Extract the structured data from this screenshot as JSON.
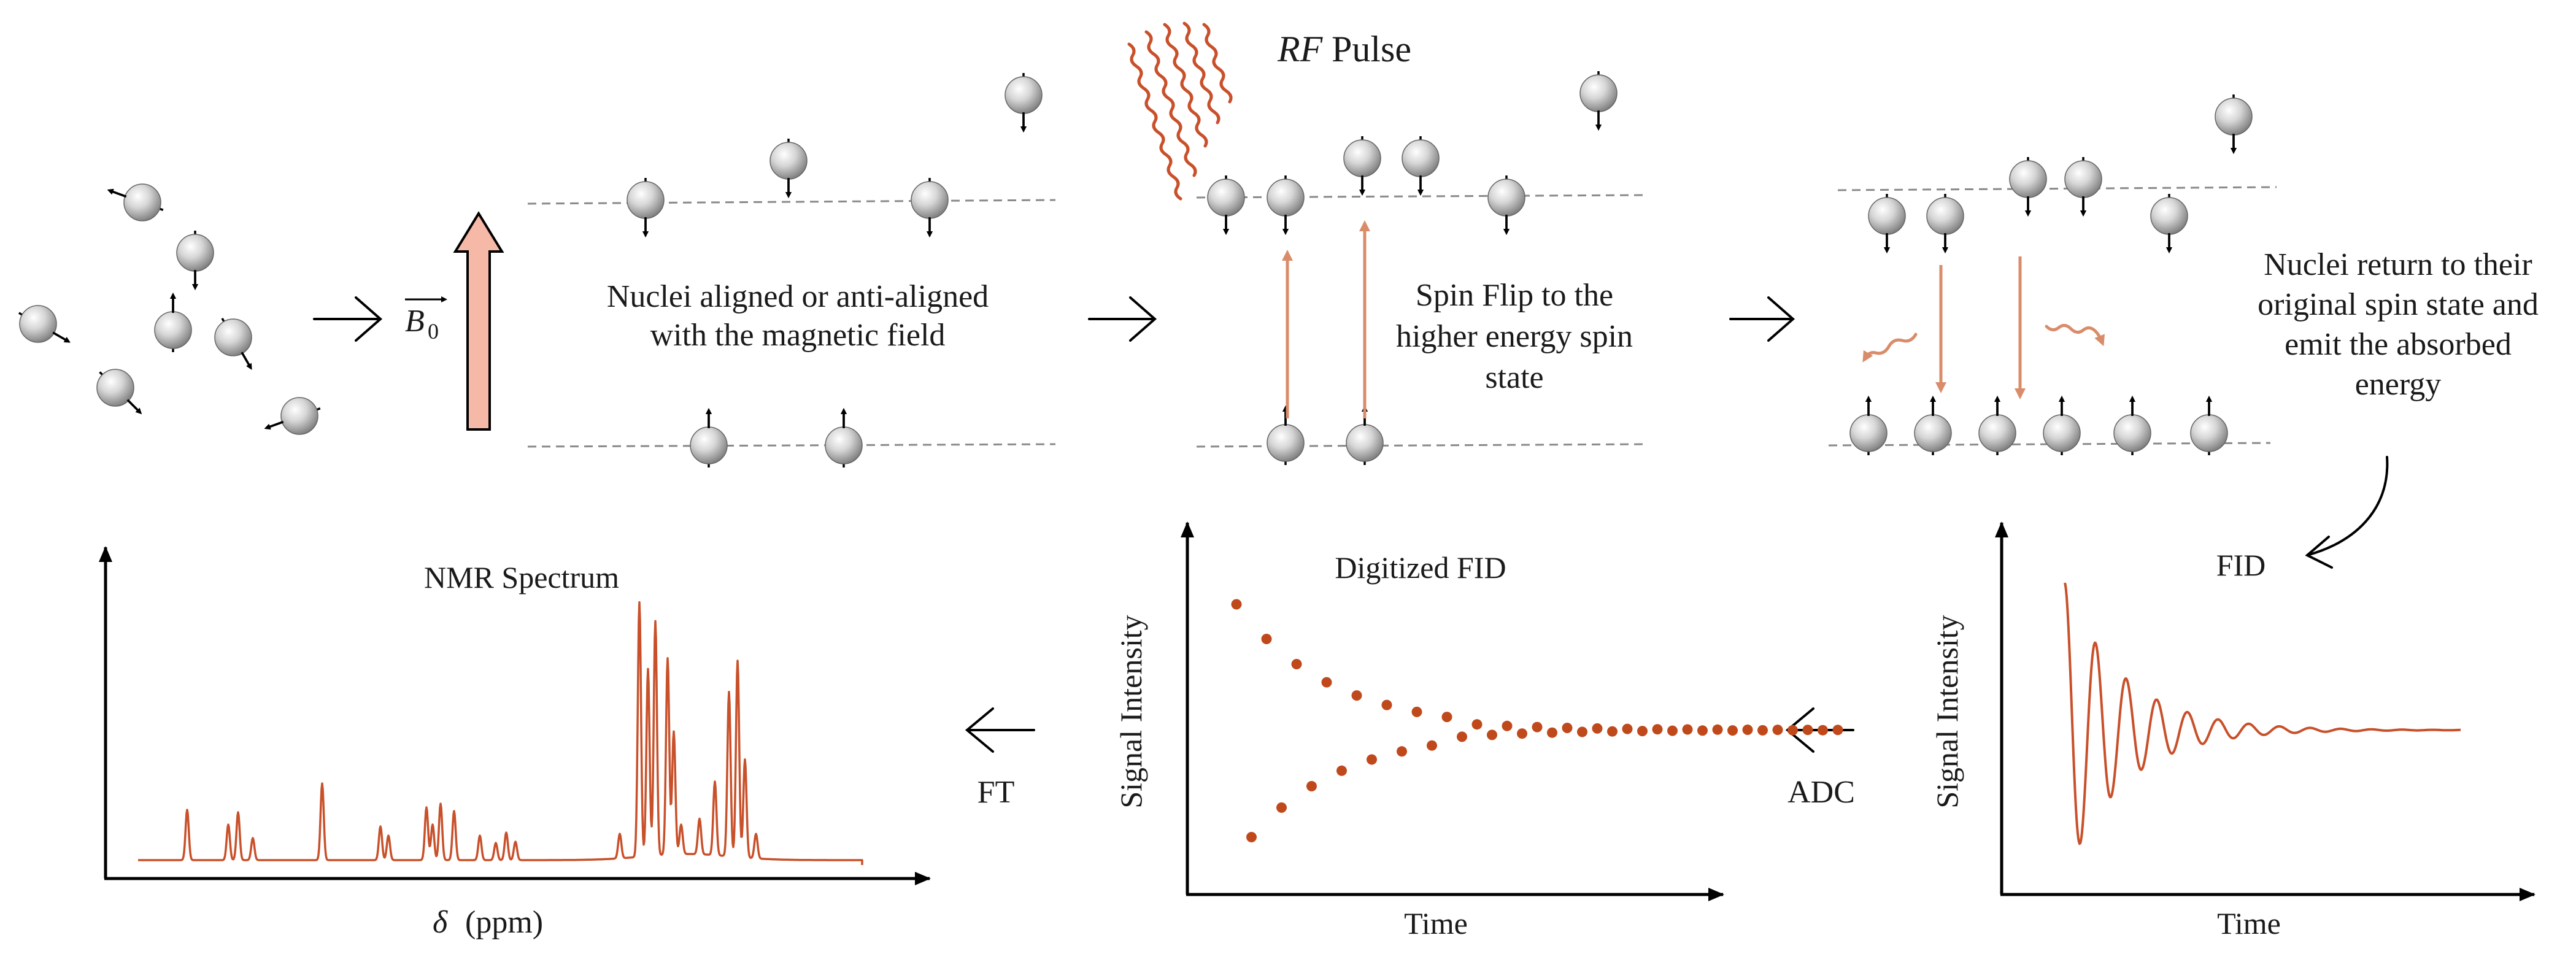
{
  "colors": {
    "accent": "#c8502a",
    "accent_light": "#d98c6a",
    "dots": "#c0491c",
    "b0_fill": "#f6b9a8",
    "dashed_line": "#8a8a8a",
    "axis": "#000000"
  },
  "top_row": {
    "b0_label": "B",
    "b0_subscript": "0",
    "aligned_caption_line1": "Nuclei aligned or anti-aligned",
    "aligned_caption_line2": "with the magnetic field",
    "rf_label_italic": "RF",
    "rf_label_rest": "Pulse",
    "spinflip_line1": "Spin Flip to the",
    "spinflip_line2": "higher energy spin",
    "spinflip_line3": "state",
    "return_line1": "Nuclei return to their",
    "return_line2": "original spin state and",
    "return_line3": "emit the absorbed",
    "return_line4": "energy"
  },
  "bottom_row": {
    "spectrum_title": "NMR Spectrum",
    "spectrum_xlabel_symbol": "δ",
    "spectrum_xlabel_unit": "(ppm)",
    "ft_label": "FT",
    "dfid_title": "Digitized FID",
    "dfid_ylabel": "Signal Intensity",
    "dfid_xlabel": "Time",
    "adc_label": "ADC",
    "fid_title": "FID",
    "fid_ylabel": "Signal Intensity",
    "fid_xlabel": "Time"
  },
  "icons": {
    "nucleus": "sphere-with-spin-arrow-icon",
    "process_arrow": "right-arrow-icon",
    "reverse_arrow": "left-arrow-icon",
    "rf_wave": "wavy-lines-icon"
  }
}
